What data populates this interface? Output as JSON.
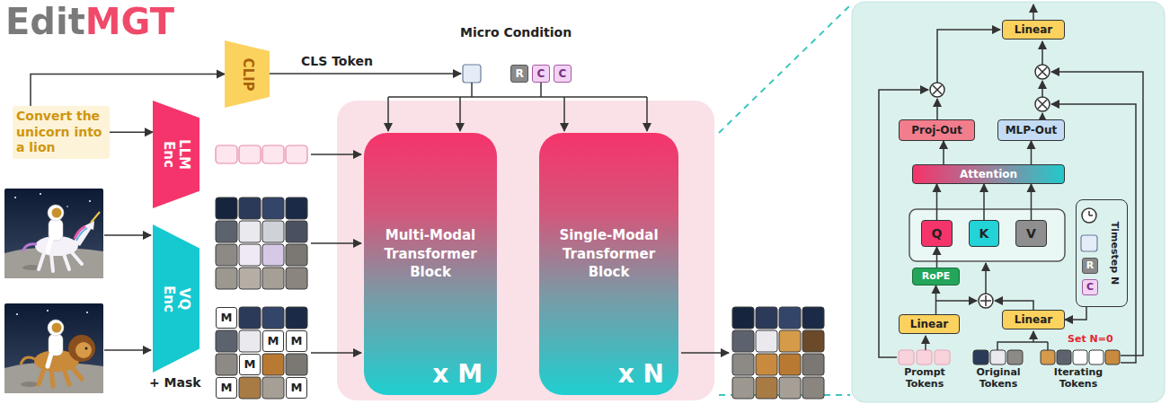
{
  "diagram": {
    "title": "EditMGT",
    "nodes": [
      {
        "text": [
          "Convert the unicorn into a lion"
        ]
      },
      {
        "text": [
          "CLIP"
        ]
      },
      {
        "text": [
          "LLM Enc"
        ]
      },
      {
        "text": [
          "VQ Enc"
        ]
      },
      {
        "text": [
          "R"
        ]
      },
      {
        "text": [
          "C"
        ]
      },
      {
        "text": [
          "C"
        ]
      },
      {
        "text": [
          "Multi-Modal Transformer Block",
          "x M"
        ]
      },
      {
        "text": [
          "Single-Modal Transformer Block",
          "x N"
        ]
      },
      {
        "text": [
          "M"
        ]
      },
      {
        "text": [
          "M"
        ]
      },
      {
        "text": [
          "M"
        ]
      },
      {
        "text": [
          "M"
        ]
      },
      {
        "text": [
          "M"
        ]
      },
      {
        "text": [
          "M"
        ]
      },
      {
        "text": [
          "Linear"
        ]
      },
      {
        "text": [
          "Proj-Out"
        ]
      },
      {
        "text": [
          "MLP-Out"
        ]
      },
      {
        "text": [
          "Attention"
        ]
      },
      {
        "text": [
          "Q"
        ]
      },
      {
        "text": [
          "K"
        ]
      },
      {
        "text": [
          "V"
        ]
      },
      {
        "text": [
          "RoPE"
        ]
      },
      {
        "text": [
          "Timestep N"
        ]
      },
      {
        "text": [
          "R"
        ],
        "in": 23
      },
      {
        "text": [
          "C"
        ],
        "in": 23
      },
      {
        "text": [
          "Linear"
        ]
      },
      {
        "text": [
          "Linear"
        ]
      }
    ],
    "edges": [
      {
        "from": 0,
        "to": 1,
        "arrow": "to"
      },
      {
        "from": 0,
        "to": 2,
        "arrow": "to"
      },
      {
        "from": 26,
        "to": 22,
        "arrow": "to"
      },
      {
        "from": 22,
        "to": 19,
        "arrow": "to"
      },
      {
        "from": 19,
        "to": 18,
        "arrow": "to"
      },
      {
        "from": 20,
        "to": 18,
        "arrow": "to"
      },
      {
        "from": 21,
        "to": 18,
        "arrow": "to"
      },
      {
        "from": 18,
        "to": 16,
        "arrow": "to"
      },
      {
        "from": 18,
        "to": 17,
        "arrow": "to"
      },
      {
        "from": 23,
        "to": 27,
        "arrow": "to"
      }
    ],
    "labels": [
      "CLS Token",
      "Micro Condition",
      "+ Mask",
      "Set N=0",
      "Prompt Tokens",
      "Original Tokens",
      "Iterating Tokens"
    ]
  }
}
